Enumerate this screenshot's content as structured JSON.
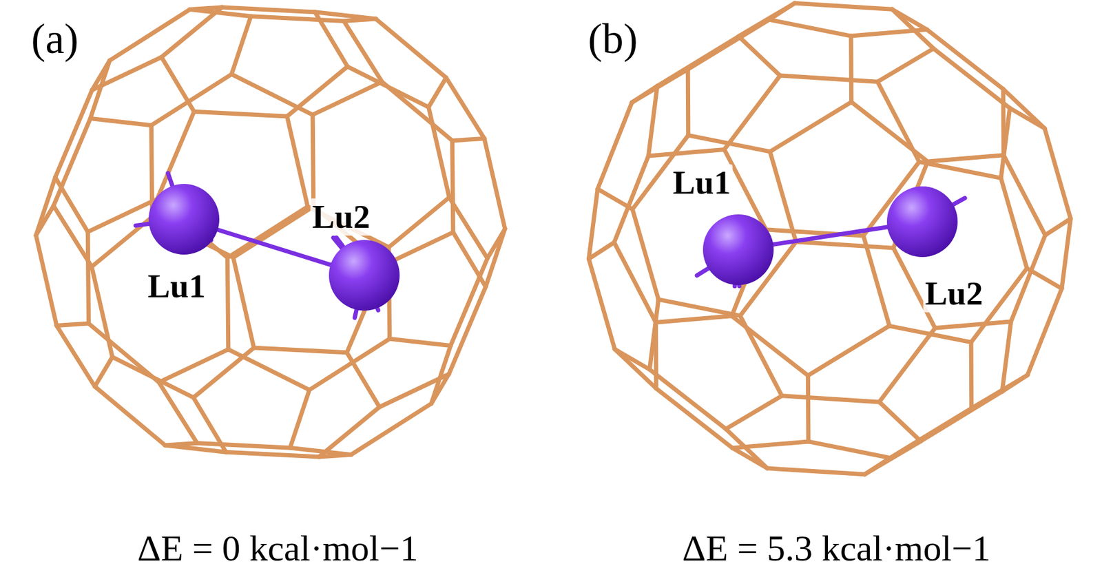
{
  "diagram": {
    "labels": [
      "(a)",
      "Lu1",
      "Lu2",
      "ΔE = 0 kcal·mol−1",
      "(b)",
      "Lu1",
      "Lu2",
      "ΔE = 5.3 kcal·mol−1"
    ]
  }
}
